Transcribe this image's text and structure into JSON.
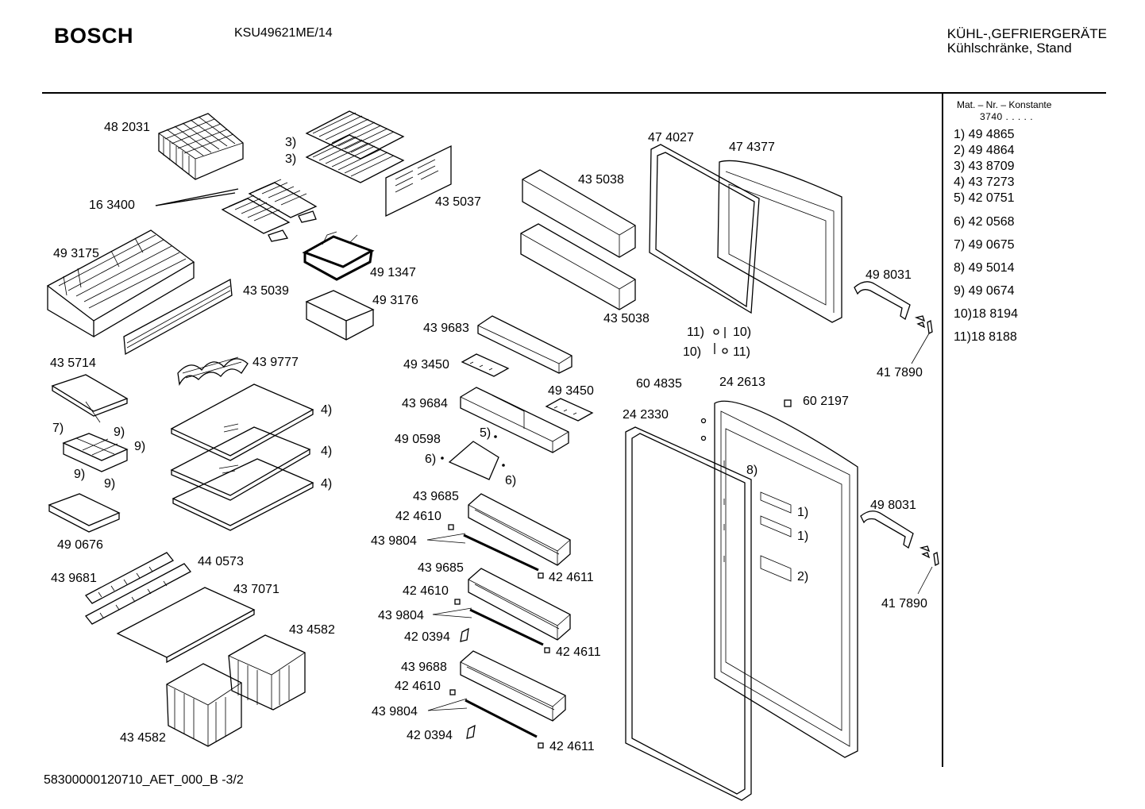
{
  "header": {
    "brand": "BOSCH",
    "model": "KSU49621ME/14",
    "category_line1": "KÜHL-,GEFRIERGERÄTE",
    "category_line2": "Kühlschränke, Stand"
  },
  "legend": {
    "title": "Mat. – Nr. – Konstante",
    "constant": "3740 .  .  .  .  .",
    "items": [
      "1)  49 4865",
      "2)  49 4864",
      "3)  43 8709",
      "4)  43 7273",
      "5)  42 0751",
      "6)  42 0568",
      "7)  49 0675",
      "8)  49 5014",
      "9)  49 0674",
      "10)18 8194",
      "11)18 8188"
    ]
  },
  "labels": [
    {
      "id": "l1",
      "text": "48 2031"
    },
    {
      "id": "l2",
      "text": "3)"
    },
    {
      "id": "l3",
      "text": "3)"
    },
    {
      "id": "l4",
      "text": "16 3400"
    },
    {
      "id": "l5",
      "text": "43 5037"
    },
    {
      "id": "l6",
      "text": "49 3175"
    },
    {
      "id": "l7",
      "text": "49 1347"
    },
    {
      "id": "l8",
      "text": "43 5039"
    },
    {
      "id": "l9",
      "text": "49 3176"
    },
    {
      "id": "l10",
      "text": "43 5714"
    },
    {
      "id": "l11",
      "text": "43 9777"
    },
    {
      "id": "l12",
      "text": "4)"
    },
    {
      "id": "l13",
      "text": "7)"
    },
    {
      "id": "l14",
      "text": "9)"
    },
    {
      "id": "l15",
      "text": "9)"
    },
    {
      "id": "l16",
      "text": "9)"
    },
    {
      "id": "l17",
      "text": "9)"
    },
    {
      "id": "l18",
      "text": "4)"
    },
    {
      "id": "l19",
      "text": "4)"
    },
    {
      "id": "l20",
      "text": "49 0676"
    },
    {
      "id": "l21",
      "text": "44 0573"
    },
    {
      "id": "l22",
      "text": "43 9681"
    },
    {
      "id": "l23",
      "text": "43 7071"
    },
    {
      "id": "l24",
      "text": "43 4582"
    },
    {
      "id": "l25",
      "text": "43 4582"
    },
    {
      "id": "l26",
      "text": "43 5038"
    },
    {
      "id": "l27",
      "text": "43 5038"
    },
    {
      "id": "l28",
      "text": "43 9683"
    },
    {
      "id": "l29",
      "text": "49 3450"
    },
    {
      "id": "l30",
      "text": "49 3450"
    },
    {
      "id": "l31",
      "text": "43 9684"
    },
    {
      "id": "l32",
      "text": "49 0598"
    },
    {
      "id": "l33",
      "text": "5)"
    },
    {
      "id": "l34",
      "text": "6)"
    },
    {
      "id": "l35",
      "text": "6)"
    },
    {
      "id": "l36",
      "text": "43 9685"
    },
    {
      "id": "l37",
      "text": "42 4610"
    },
    {
      "id": "l38",
      "text": "43 9804"
    },
    {
      "id": "l39",
      "text": "43 9685"
    },
    {
      "id": "l40",
      "text": "42 4611"
    },
    {
      "id": "l41",
      "text": "42 4610"
    },
    {
      "id": "l42",
      "text": "43 9804"
    },
    {
      "id": "l43",
      "text": "42 0394"
    },
    {
      "id": "l44",
      "text": "42 4611"
    },
    {
      "id": "l45",
      "text": "43 9688"
    },
    {
      "id": "l46",
      "text": "42 4610"
    },
    {
      "id": "l47",
      "text": "43 9804"
    },
    {
      "id": "l48",
      "text": "42 0394"
    },
    {
      "id": "l49",
      "text": "42 4611"
    },
    {
      "id": "l50",
      "text": "47 4027"
    },
    {
      "id": "l51",
      "text": "47 4377"
    },
    {
      "id": "l52",
      "text": "49 8031"
    },
    {
      "id": "l53",
      "text": "11)"
    },
    {
      "id": "l54",
      "text": "10)"
    },
    {
      "id": "l55",
      "text": "10)"
    },
    {
      "id": "l56",
      "text": "11)"
    },
    {
      "id": "l57",
      "text": "41 7890"
    },
    {
      "id": "l58",
      "text": "60 4835"
    },
    {
      "id": "l59",
      "text": "24 2613"
    },
    {
      "id": "l60",
      "text": "60 2197"
    },
    {
      "id": "l61",
      "text": "24 2330"
    },
    {
      "id": "l62",
      "text": "8)"
    },
    {
      "id": "l63",
      "text": "1)"
    },
    {
      "id": "l64",
      "text": "1)"
    },
    {
      "id": "l65",
      "text": "2)"
    },
    {
      "id": "l66",
      "text": "49 8031"
    },
    {
      "id": "l67",
      "text": "41 7890"
    }
  ],
  "footer": {
    "code": "58300000120710_AET_000_B   -3/2"
  }
}
